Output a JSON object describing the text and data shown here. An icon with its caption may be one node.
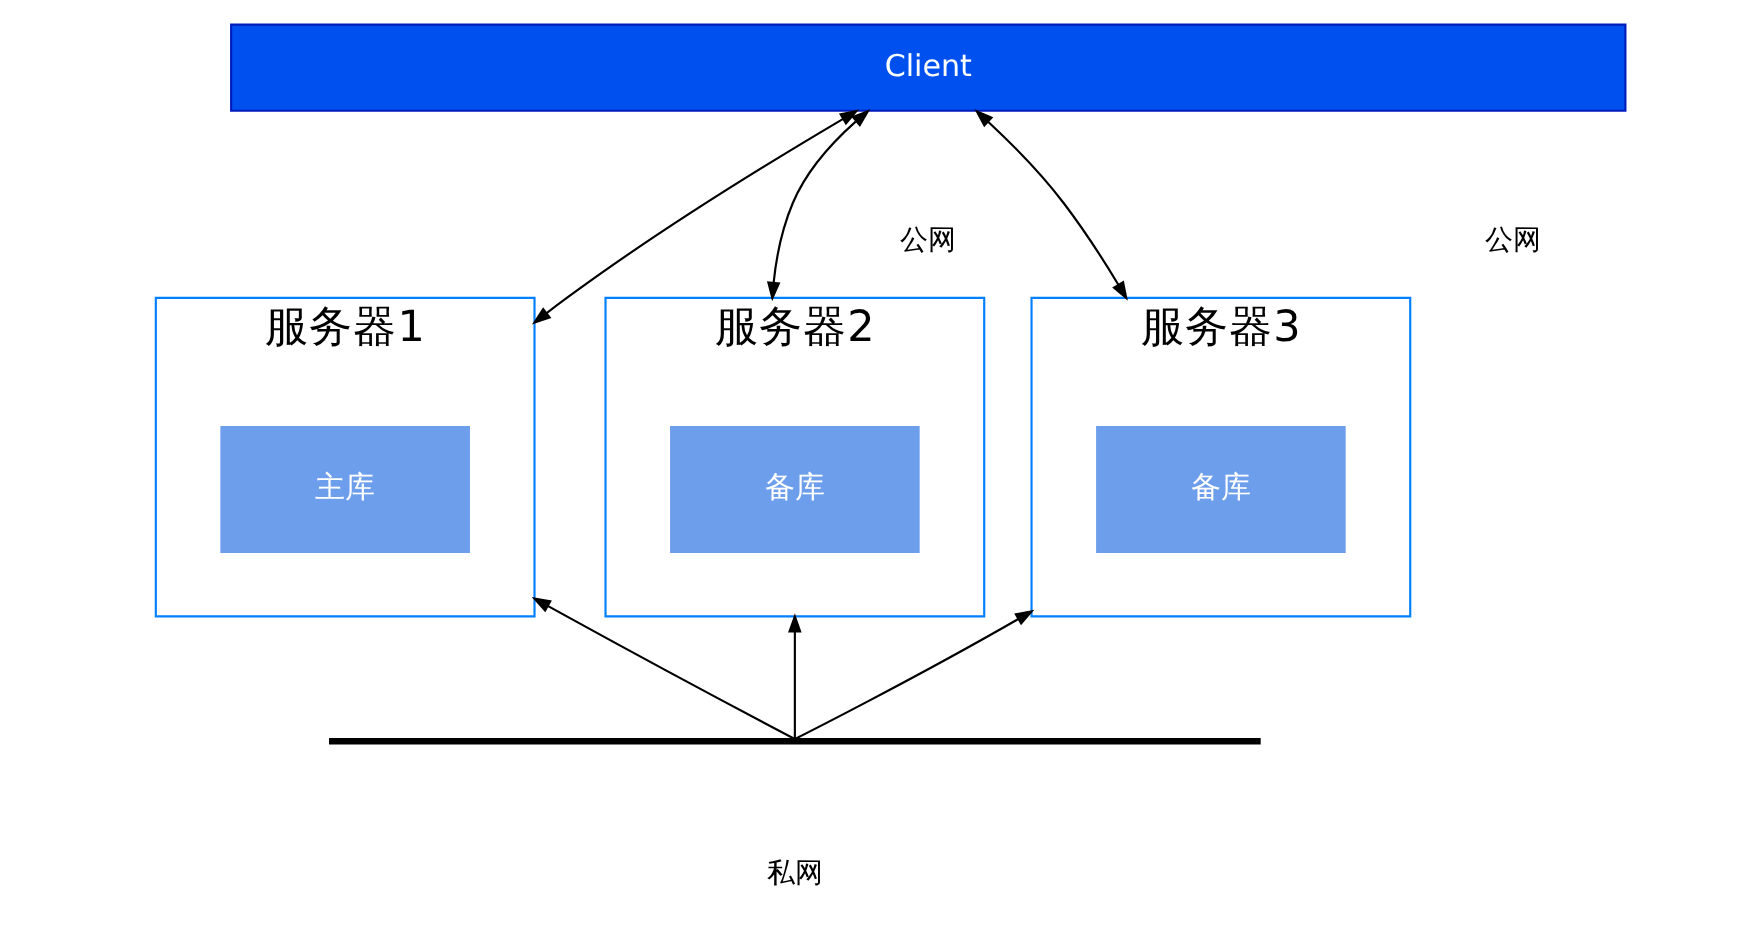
{
  "diagram": {
    "nodes": [
      {
        "text": [
          "Client"
        ]
      },
      {
        "text": [
          "服务器1"
        ]
      },
      {
        "text": [
          "主库"
        ],
        "in": 1
      },
      {
        "text": [
          "服务器2"
        ]
      },
      {
        "text": [
          "备库"
        ],
        "in": 3
      },
      {
        "text": [
          "服务器3"
        ]
      },
      {
        "text": [
          "备库"
        ],
        "in": 5
      },
      {
        "text": [],
        "shape": "bar"
      }
    ],
    "edges": [
      {
        "from": 0,
        "to": 1,
        "arrow": "both"
      },
      {
        "from": 0,
        "to": 3,
        "arrow": "both"
      },
      {
        "from": 0,
        "to": 5,
        "arrow": "both"
      },
      {
        "from": 7,
        "to": 1,
        "arrow": "to"
      },
      {
        "from": 7,
        "to": 3,
        "arrow": "to"
      },
      {
        "from": 7,
        "to": 5,
        "arrow": "to"
      }
    ],
    "labels": [
      "公网",
      "公网",
      "私网"
    ]
  }
}
